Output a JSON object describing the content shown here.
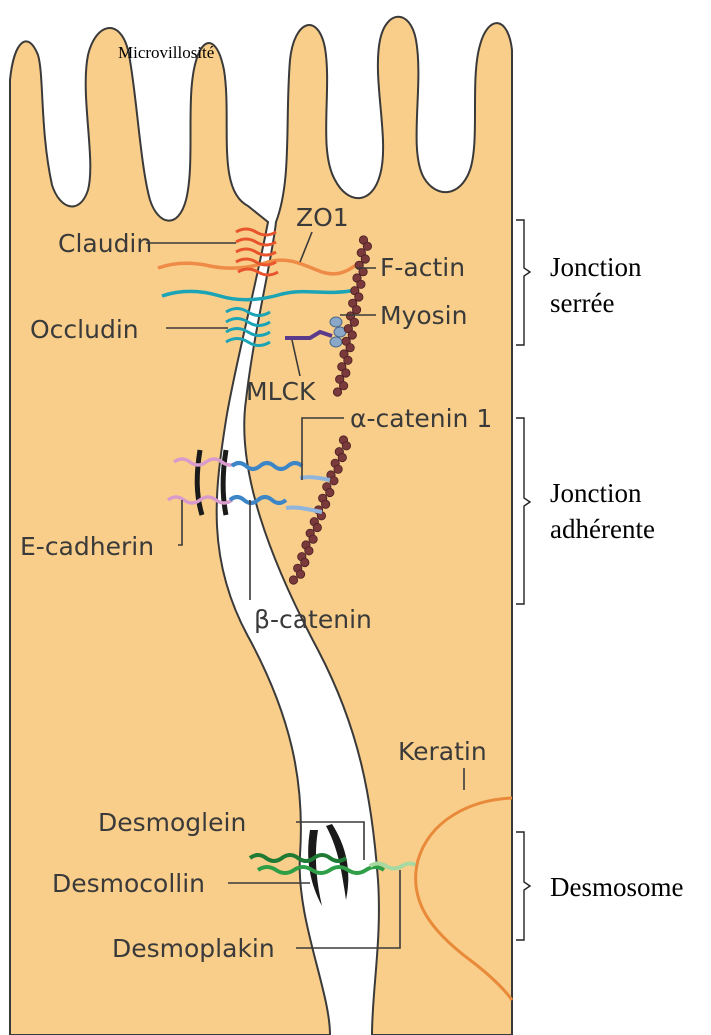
{
  "labels": {
    "microvillosite": "Microvillosité",
    "claudin": "Claudin",
    "zo1": "ZO1",
    "f_actin": "F-actin",
    "occludin": "Occludin",
    "myosin": "Myosin",
    "mlck": "MLCK",
    "alpha_catenin": "α-catenin 1",
    "e_cadherin": "E-cadherin",
    "beta_catenin": "β-catenin",
    "keratin": "Keratin",
    "desmoglein": "Desmoglein",
    "desmocollin": "Desmocollin",
    "desmoplakin": "Desmoplakin"
  },
  "regions": {
    "tight_junction_line1": "Jonction",
    "tight_junction_line2": "serrée",
    "adherens_junction_line1": "Jonction",
    "adherens_junction_line2": "adhérente",
    "desmosome": "Desmosome"
  },
  "colors": {
    "cell_fill": "#F9CE8A",
    "cell_outline": "#3a3a3a",
    "claudin": "#E8542C",
    "zo1": "#EE8B47",
    "occludin": "#1AA4B5",
    "f_actin": "#7A3A3C",
    "myosin": "#8AA7C8",
    "mlck": "#5B3A8C",
    "e_cadherin": "#D99BCB",
    "beta_catenin": "#3C86C8",
    "alpha_catenin": "#8FB5DC",
    "desmosome_plaque": "#1a1a1a",
    "desmocollin": "#2E9E47",
    "desmoglein": "#1F7A33",
    "desmoplakin": "#A8D9A0",
    "keratin": "#E88A3A"
  }
}
